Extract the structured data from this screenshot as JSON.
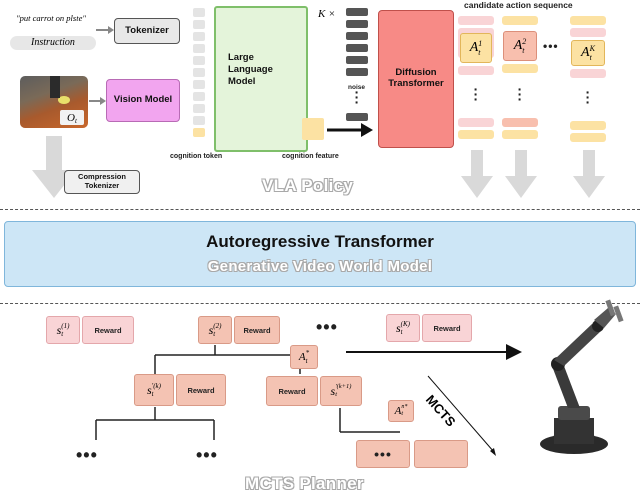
{
  "top": {
    "instruction_quote": "\"put carrot on plste\"",
    "instruction_label": "Instruction",
    "tokenizer": "Tokenizer",
    "vision_model": "Vision Model",
    "obs_symbol": "O",
    "obs_sub": "t",
    "compression_tokenizer": "Compression Tokenizer",
    "llm": "Large Language Model",
    "cognition_token": "cognition token",
    "cognition_feature": "cognition feature",
    "k_times": "K ×",
    "noise": "noise",
    "diffusion_transformer": "Diffusion Transformer",
    "candidate_title": "candidate action sequence",
    "vla_policy": "VLA Policy"
  },
  "actions": [
    {
      "base": "A",
      "sub": "t",
      "sup": "1"
    },
    {
      "base": "A",
      "sub": "t",
      "sup": "2"
    },
    {
      "base": "A",
      "sub": "t",
      "sup": "K"
    }
  ],
  "middle": {
    "title": "Autoregressive Transformer",
    "subtitle": "Generative Video World Model"
  },
  "bottom": {
    "reward": "Reward",
    "states": [
      {
        "base": "s",
        "sub": "t",
        "sup": "(1)"
      },
      {
        "base": "s",
        "sub": "t",
        "sup": "(2)"
      },
      {
        "base": "s",
        "sub": "t",
        "sup": "(K)"
      },
      {
        "base": "s",
        "sub": "t",
        "sup": "′(k)"
      },
      {
        "base": "s",
        "sub": "t",
        "sup": "′(k+1)"
      }
    ],
    "best_action": {
      "base": "A",
      "sub": "t",
      "sup": "*"
    },
    "best_action2": {
      "base": "A",
      "sub": "t",
      "sup": "n*"
    },
    "ellipsis": "•••",
    "mcts": "MCTS",
    "planner": "MCTS Planner"
  },
  "colors": {
    "llm_fill": "#e4f4da",
    "llm_border": "#7fbf6a",
    "diffusion_fill": "#f78a86",
    "vision_fill": "#f2a5ef",
    "world_model_fill": "#cde6f6",
    "world_model_border": "#7fb6db",
    "reward_fill": "#f4c3b3",
    "action_yellow": "#fce2a3",
    "action_pink": "#f9d4d6"
  }
}
